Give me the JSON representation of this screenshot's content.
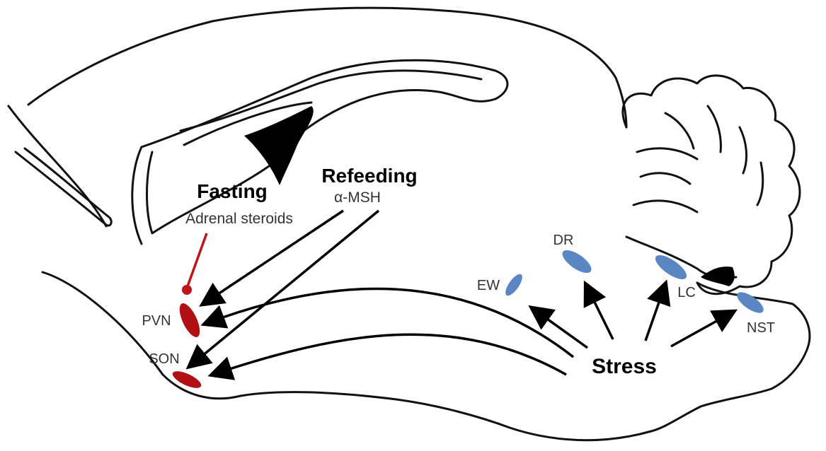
{
  "labels": {
    "fasting": "Fasting",
    "adrenal_steroids": "Adrenal steroids",
    "refeeding": "Refeeding",
    "alpha_msh": "α-MSH",
    "pvn": "PVN",
    "son": "SON",
    "ew": "EW",
    "dr": "DR",
    "lc": "LC",
    "nst": "NST",
    "stress": "Stress"
  },
  "colors": {
    "hypothalamic_nuclei": "#b00f14",
    "brainstem_nuclei": "#5b86c4",
    "outline": "#111111",
    "arrows": "#000000",
    "inhibitory_line": "#c0161b"
  }
}
